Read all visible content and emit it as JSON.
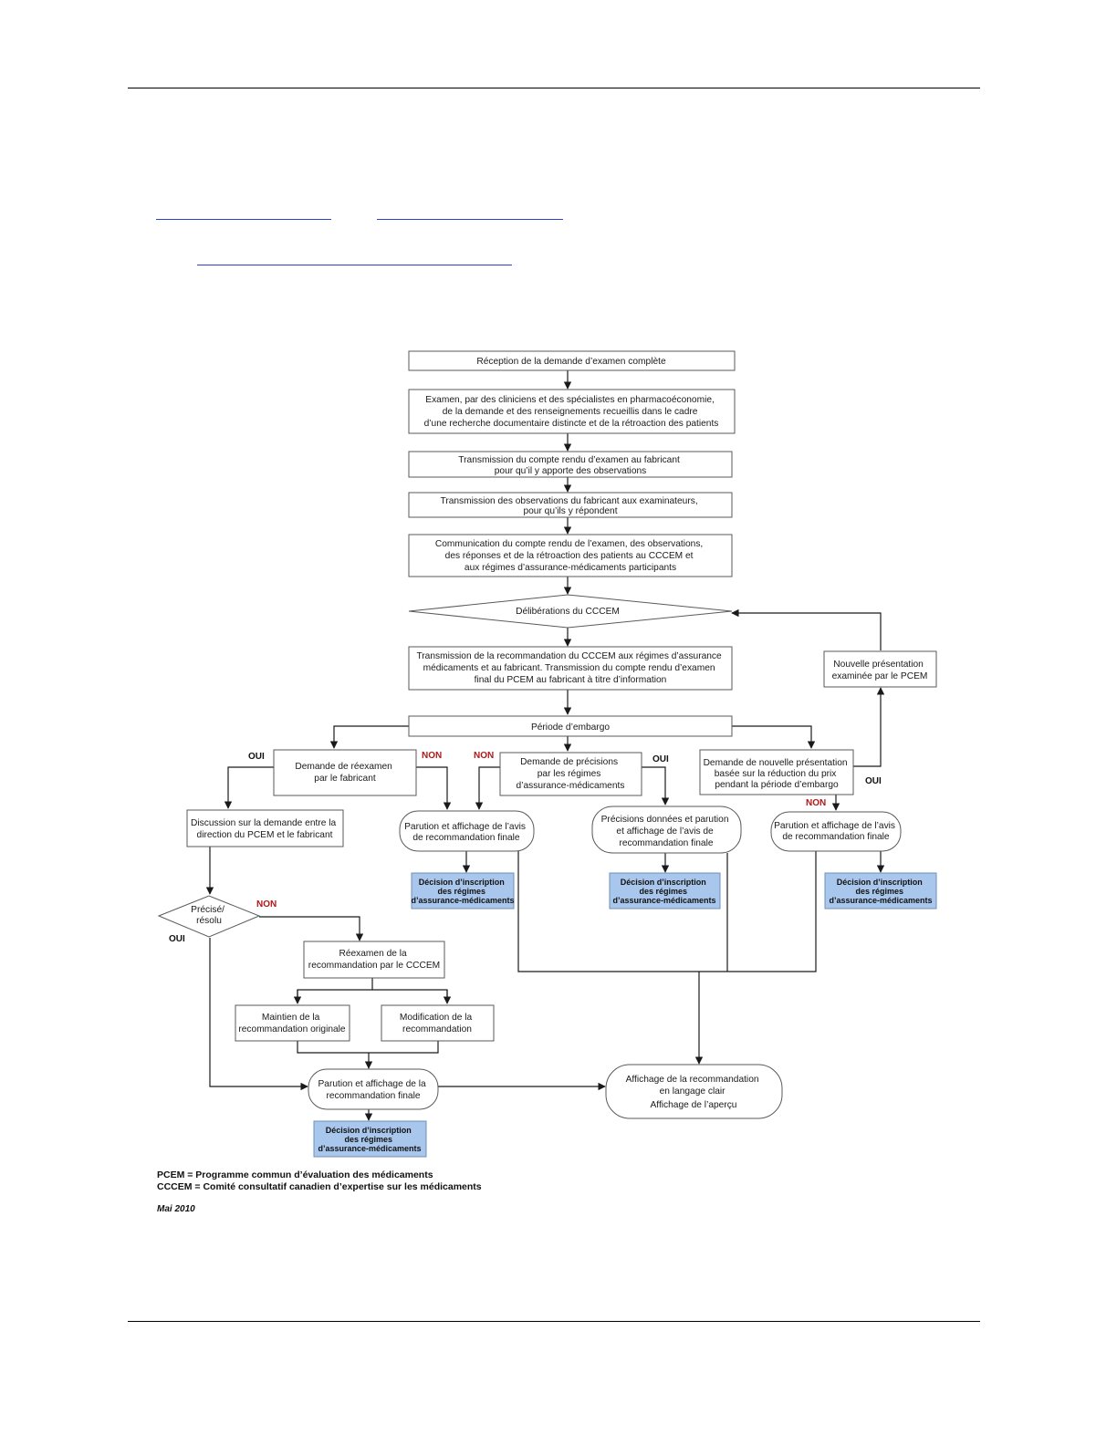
{
  "nodes": {
    "reception": "Réception de la demande d’examen complète",
    "examen": [
      "Examen, par des cliniciens et des spécialistes en pharmacoéconomie,",
      "de la demande et des renseignements recueillis dans le cadre",
      "d’une recherche documentaire distincte et de la rétroaction des patients"
    ],
    "transmission_compte_rendu": [
      "Transmission du compte rendu d’examen au fabricant",
      "pour qu’il y apporte des observations"
    ],
    "transmission_observations": [
      "Transmission des observations du fabricant aux examinateurs,",
      "pour qu’ils y répondent"
    ],
    "communication": [
      "Communication du compte rendu de l’examen, des observations,",
      "des réponses et de la rétroaction des patients au CCCEM et",
      "aux régimes d’assurance-médicaments participants"
    ],
    "deliberations": "Délibérations du CCCEM",
    "transmission_recommandation": [
      "Transmission de la recommandation du CCCEM aux régimes d’assurance",
      "médicaments et au fabricant. Transmission du compte rendu d’examen",
      "final du PCEM au fabricant à titre d’information"
    ],
    "nouvelle_presentation": [
      "Nouvelle présentation",
      "examinée par le PCEM"
    ],
    "periode_embargo": "Période d’embargo",
    "demande_reexamen": [
      "Demande de réexamen",
      "par le fabricant"
    ],
    "demande_precisions": [
      "Demande de précisions",
      "par les régimes",
      "d’assurance-médicaments"
    ],
    "demande_nouvelle_presentation": [
      "Demande de nouvelle présentation",
      "basée sur la réduction du prix",
      "pendant la période d’embargo"
    ],
    "discussion": [
      "Discussion sur la demande entre la",
      "direction du PCEM et le fabricant"
    ],
    "parution_avis_1": [
      "Parution et affichage de l’avis",
      "de recommandation finale"
    ],
    "precisions_donnees": [
      "Précisions données et parution",
      "et affichage de l’avis de",
      "recommandation finale"
    ],
    "parution_avis_3": [
      "Parution et affichage de l’avis",
      "de recommandation finale"
    ],
    "decision": [
      "Décision d’inscription",
      "des régimes",
      "d’assurance-médicaments"
    ],
    "precise_resolu": [
      "Précisé/",
      "résolu"
    ],
    "reexamen_cccem": [
      "Réexamen de la",
      "recommandation par le CCCEM"
    ],
    "maintien": [
      "Maintien de la",
      "recommandation originale"
    ],
    "modification": [
      "Modification de la",
      "recommandation"
    ],
    "parution_finale": [
      "Parution et affichage de la",
      "recommandation finale"
    ],
    "affichage": [
      "Affichage de la recommandation",
      "en langage clair",
      "Affichage de l’aperçu"
    ]
  },
  "labels": {
    "oui": "OUI",
    "non": "NON"
  },
  "legend": {
    "pcem": "PCEM = Programme commun d’évaluation des médicaments",
    "cccem": "CCCEM = Comité consultatif canadien d’expertise sur les médicaments",
    "date": "Mai 2010"
  },
  "colors": {
    "decision_fill": "#a9c7ec",
    "non_label": "#b01818",
    "link": "#2b3fd6"
  }
}
